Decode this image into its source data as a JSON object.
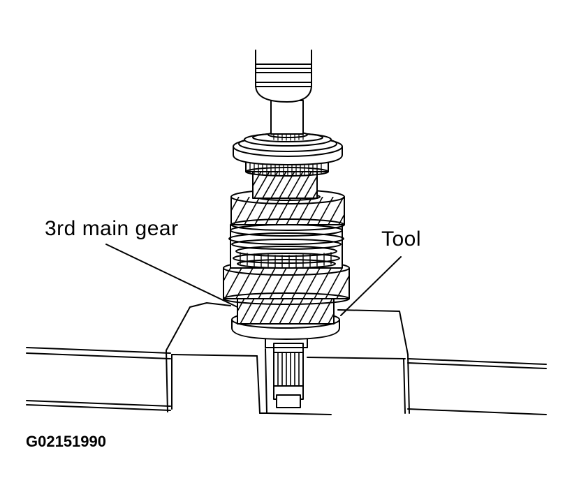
{
  "labels": {
    "third_main_gear": "3rd main gear",
    "tool": "Tool"
  },
  "figure_id": "G02151990",
  "colors": {
    "ink": "#000000",
    "paper": "#ffffff"
  }
}
